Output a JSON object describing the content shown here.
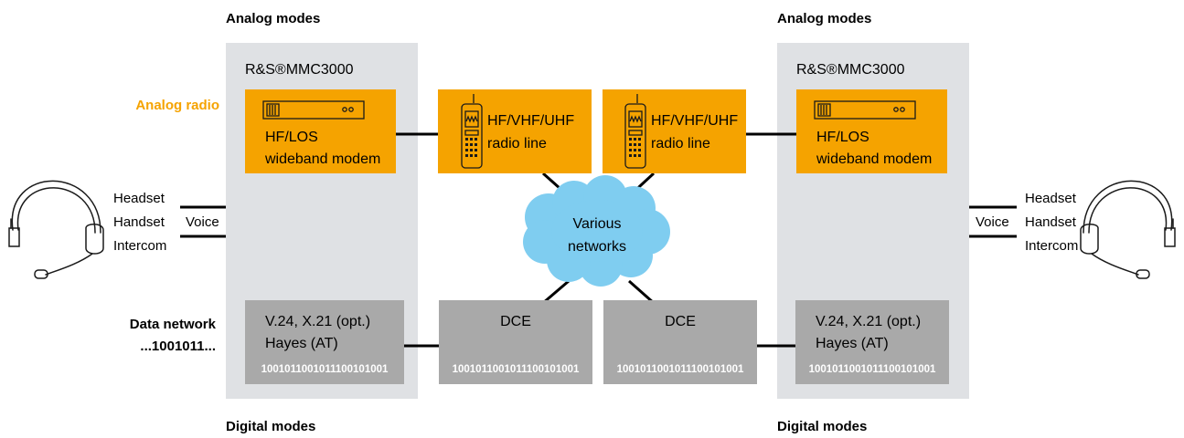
{
  "colors": {
    "panel": "#dfe1e4",
    "analog_box": "#f5a300",
    "digital_box": "#a9a9a9",
    "cloud": "#7fcdf0",
    "line": "#000000",
    "accent_text": "#f5a300",
    "bits_text": "#ffffff"
  },
  "labels": {
    "analog_modes_left": "Analog modes",
    "analog_modes_right": "Analog modes",
    "digital_modes_left": "Digital modes",
    "digital_modes_right": "Digital modes",
    "analog_radio": "Analog radio",
    "data_network": "Data network",
    "data_network_bits": "...1001011..."
  },
  "left_unit": {
    "title": "R&S®MMC3000",
    "modem_line1": "HF/LOS",
    "modem_line2": "wideband modem",
    "digital_line1": "V.24, X.21 (opt.)",
    "digital_line2": "Hayes (AT)",
    "bits": "1001011001011100101001"
  },
  "right_unit": {
    "title": "R&S®MMC3000",
    "modem_line1": "HF/LOS",
    "modem_line2": "wideband modem",
    "digital_line1": "V.24, X.21 (opt.)",
    "digital_line2": "Hayes (AT)",
    "bits": "1001011001011100101001"
  },
  "radio_left": {
    "line1": "HF/VHF/UHF",
    "line2": "radio line"
  },
  "radio_right": {
    "line1": "HF/VHF/UHF",
    "line2": "radio line"
  },
  "dce_left": {
    "label": "DCE",
    "bits": "1001011001011100101001"
  },
  "dce_right": {
    "label": "DCE",
    "bits": "1001011001011100101001"
  },
  "cloud": {
    "line1": "Various",
    "line2": "networks"
  },
  "voice_left": {
    "headset": "Headset",
    "handset": "Handset",
    "intercom": "Intercom",
    "voice": "Voice"
  },
  "voice_right": {
    "headset": "Headset",
    "handset": "Handset",
    "intercom": "Intercom",
    "voice": "Voice"
  },
  "icons": {
    "headset_left": "headset-icon",
    "headset_right": "headset-icon",
    "radio_left": "handheld-radio-icon",
    "radio_right": "handheld-radio-icon",
    "modem_left": "rack-modem-icon",
    "modem_right": "rack-modem-icon"
  }
}
